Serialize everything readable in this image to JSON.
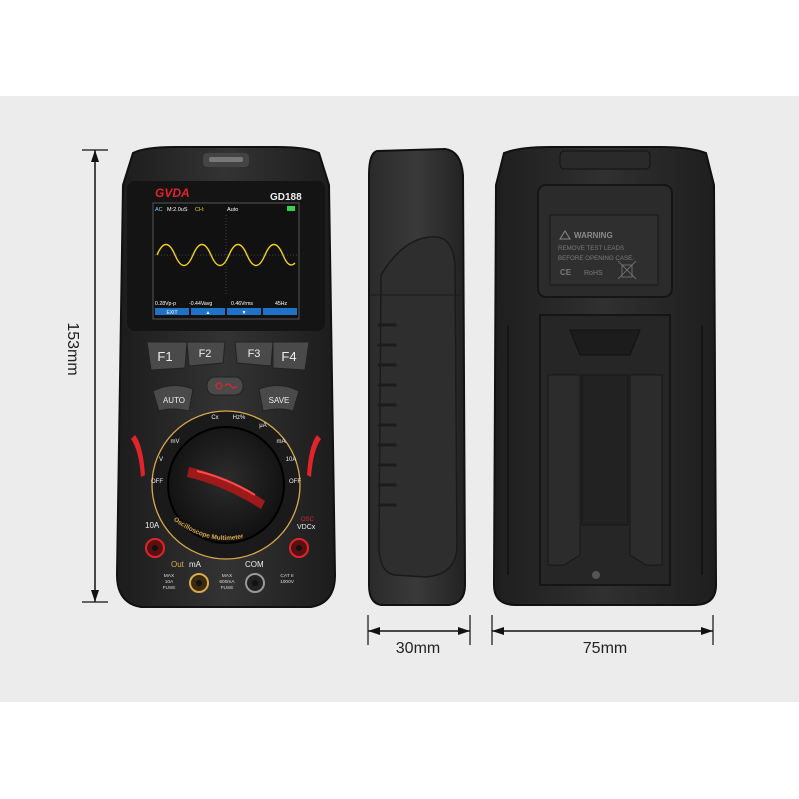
{
  "dimensions": {
    "height": "153mm",
    "depth": "30mm",
    "width": "75mm"
  },
  "front": {
    "brand": "GVDA",
    "model": "GD188",
    "screen": {
      "top_bar": [
        "AC",
        "M:2.0uS",
        "CH:",
        "Auto"
      ],
      "readings": [
        "0.28Vp-p",
        "-0.44Vavg",
        "0.46Vrms",
        "45Hz"
      ],
      "softkeys": [
        "EXIT",
        "▲",
        "▼",
        ""
      ]
    },
    "buttons": {
      "f1": "F1",
      "f2": "F2",
      "f3": "F3",
      "f4": "F4",
      "auto": "AUTO",
      "save": "SAVE"
    },
    "dial": {
      "labels": [
        "Cx",
        "Hz%",
        "μA",
        "mA",
        "10A",
        "OFF",
        "OFF",
        "V",
        "mV"
      ],
      "arc_text": "Oscilloscope Multimeter",
      "osc": "OSC",
      "vdcx": "VDCx"
    },
    "terminals": {
      "ten_a": "10A",
      "out": "Out",
      "ma": "mA",
      "com": "COM",
      "left_note": [
        "MAX",
        "10A",
        "FUSE"
      ],
      "mid_note": [
        "MAX",
        "600mA",
        "FUSE"
      ],
      "right_note": [
        "CAT II",
        "1000V"
      ]
    }
  },
  "back": {
    "warning_title": "WARNING",
    "warning_lines": [
      "REMOVE TEST LEADS",
      "BEFORE OPENING CASE."
    ],
    "marks": [
      "CE",
      "RoHS"
    ]
  },
  "colors": {
    "accent_red": "#e0242a",
    "screen_wave": "#f2d21a",
    "body": "#2b2b2b"
  }
}
